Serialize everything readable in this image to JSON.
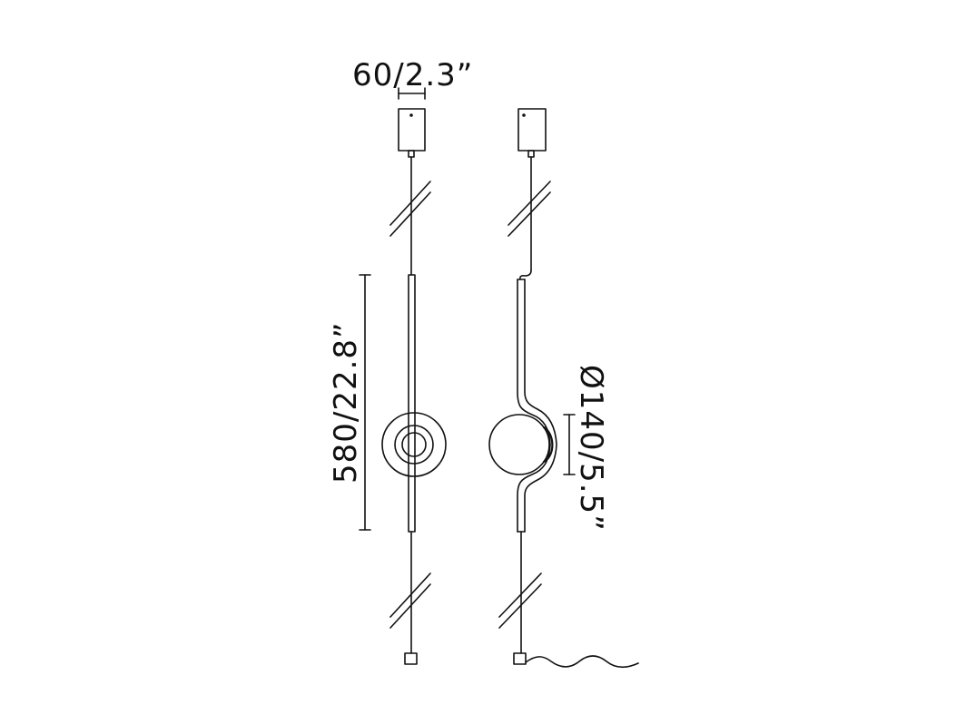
{
  "dimensions": {
    "canopy_width": "60/2.3”",
    "total_height": "580/22.8”",
    "sphere_diameter": "Ø140/5.5”"
  },
  "colors": {
    "line": "#111111",
    "background": "#ffffff"
  }
}
